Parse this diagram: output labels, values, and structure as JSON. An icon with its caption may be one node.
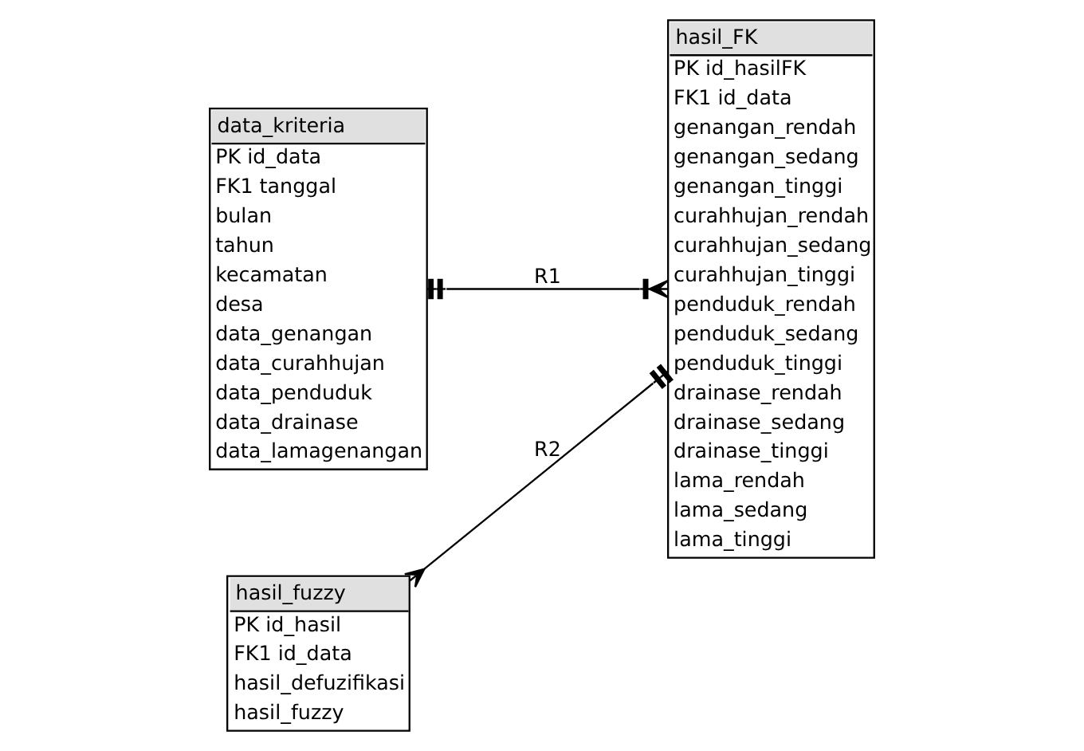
{
  "diagram": {
    "nodes": [
      {
        "text": [
          "data_kriteria",
          "PK id_data",
          "FK1 tanggal",
          "bulan",
          "tahun",
          "kecamatan",
          "desa",
          "data_genangan",
          "data_curahhujan",
          "data_penduduk",
          "data_drainase",
          "data_lamagenangan"
        ]
      },
      {
        "text": [
          "hasil_FK",
          "PK id_hasilFK",
          "FK1 id_data",
          "genangan_rendah",
          "genangan_sedang",
          "genangan_tinggi",
          "curahhujan_rendah",
          "curahhujan_sedang",
          "curahhujan_tinggi",
          "penduduk_rendah",
          "penduduk_sedang",
          "penduduk_tinggi",
          "drainase_rendah",
          "drainase_sedang",
          "drainase_tinggi",
          "lama_rendah",
          "lama_sedang",
          "lama_tinggi"
        ]
      },
      {
        "text": [
          "hasil_fuzzy",
          "PK id_hasil",
          "FK1 id_data",
          "hasil_defuzifikasi",
          "hasil_fuzzy"
        ]
      }
    ],
    "edges": [
      {
        "from": 0,
        "to": 1,
        "arrow": "other",
        "label": "R1"
      },
      {
        "from": 1,
        "to": 2,
        "arrow": "other",
        "label": "R2"
      }
    ]
  }
}
